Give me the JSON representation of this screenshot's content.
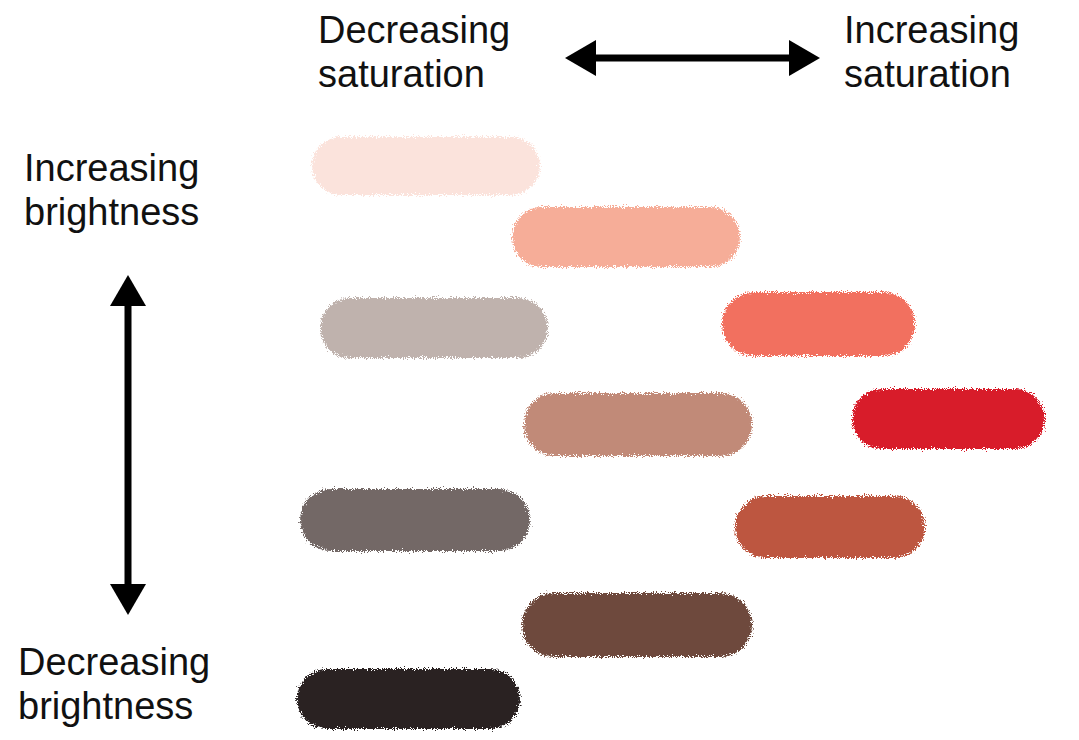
{
  "diagram": {
    "labels": [
      "Decreasing saturation",
      "Increasing saturation",
      "Increasing brightness",
      "Decreasing brightness"
    ]
  }
}
